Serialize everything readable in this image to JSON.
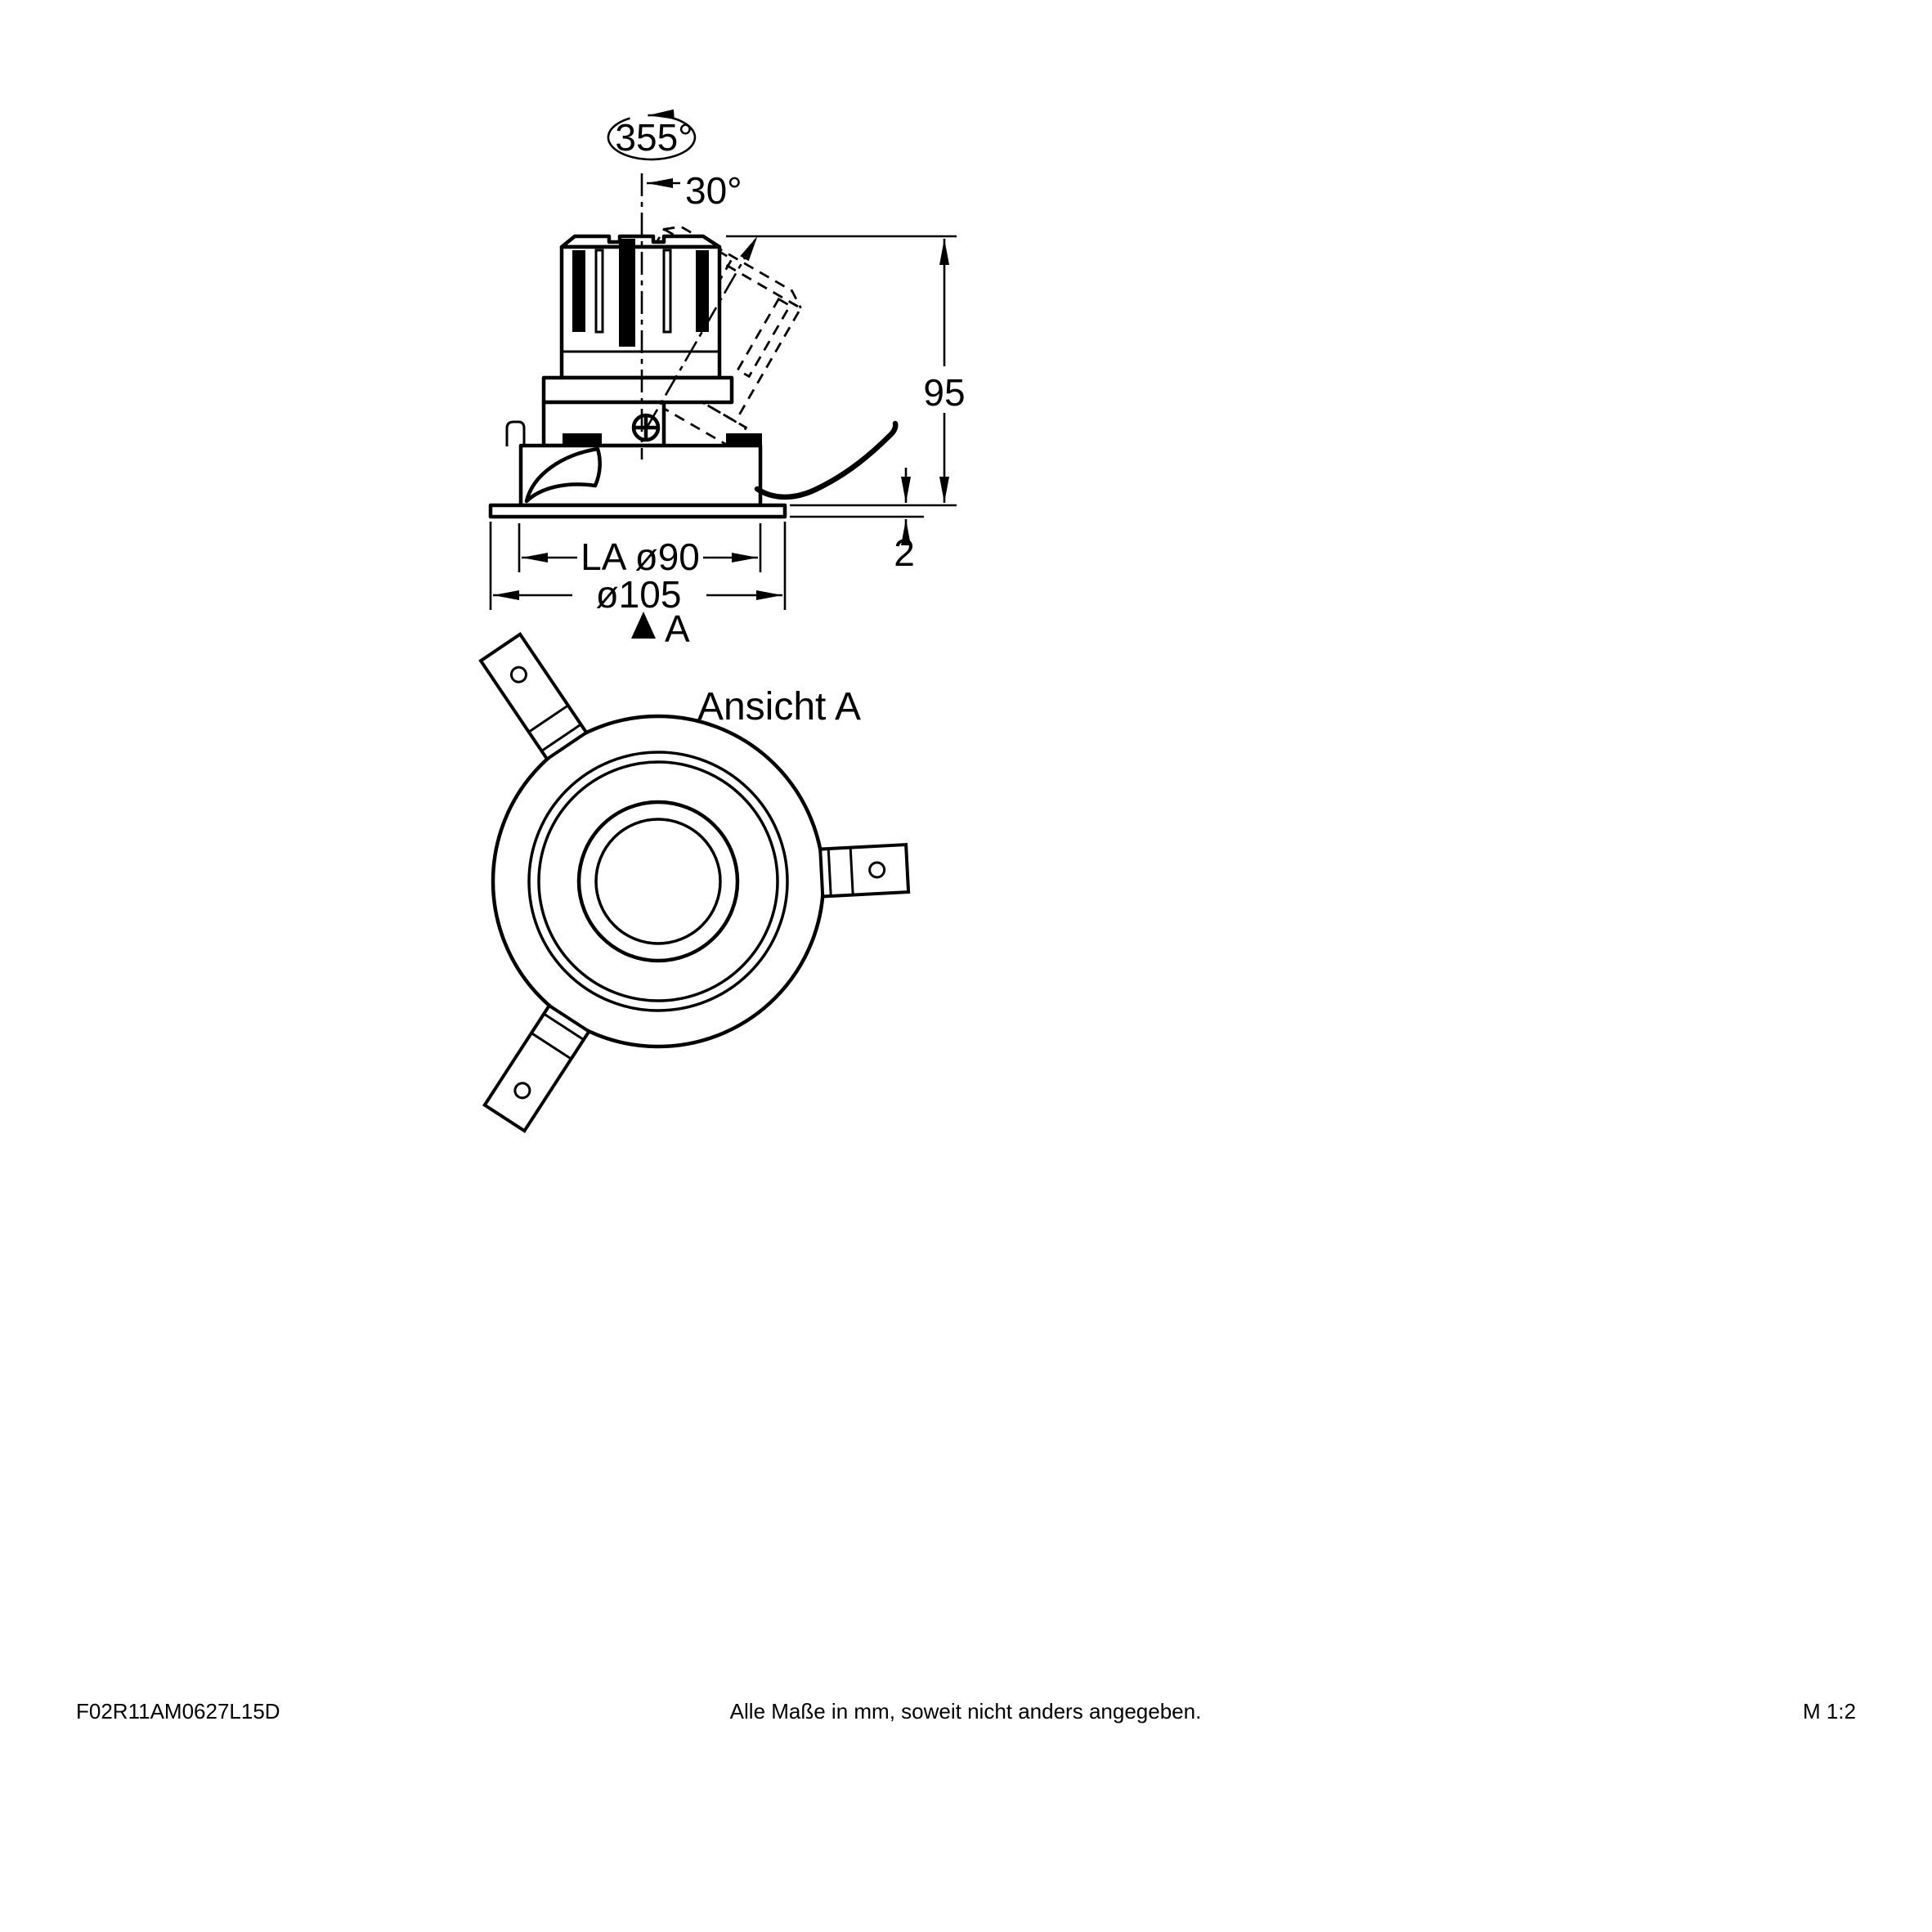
{
  "page": {
    "background": "#ffffff",
    "ink": "#000000"
  },
  "side_view": {
    "rotation_angle": "355°",
    "tilt_angle": "30°",
    "height": "95",
    "flange_thickness": "2",
    "cutout_diameter": "LA ø90",
    "outer_diameter": "ø105",
    "view_arrow_label": "A"
  },
  "front_view": {
    "title": "Ansicht A"
  },
  "footer": {
    "article_number": "F02R11AM0627L15D",
    "note": "Alle Maße in mm, soweit nicht anders angegeben.",
    "scale": "M 1:2"
  }
}
